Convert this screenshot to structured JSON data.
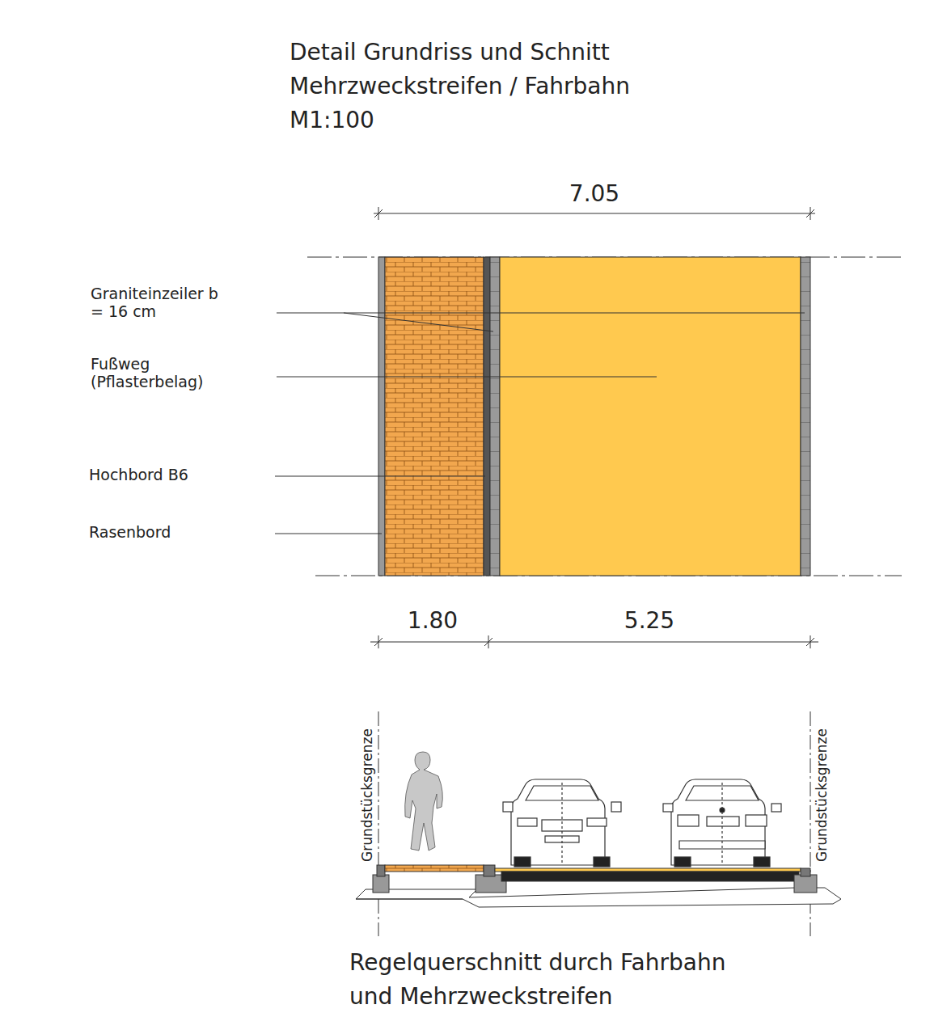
{
  "diagram": {
    "title": "Detail Grundriss und Schnitt Mehrzweckstreifen / Fahrbahn M1:100",
    "caption": "Regelquerschnitt durch Fahrbahn und Mehrzweckstreifen",
    "labels": [
      "7.05",
      "Graniteinzeiler b = 16 cm",
      "Fußweg (Pflasterbelag)",
      "Hochbord B6",
      "Rasenbord",
      "1.80",
      "5.25",
      "Grundstücksgrenze",
      "Grundstücksgrenze"
    ]
  }
}
